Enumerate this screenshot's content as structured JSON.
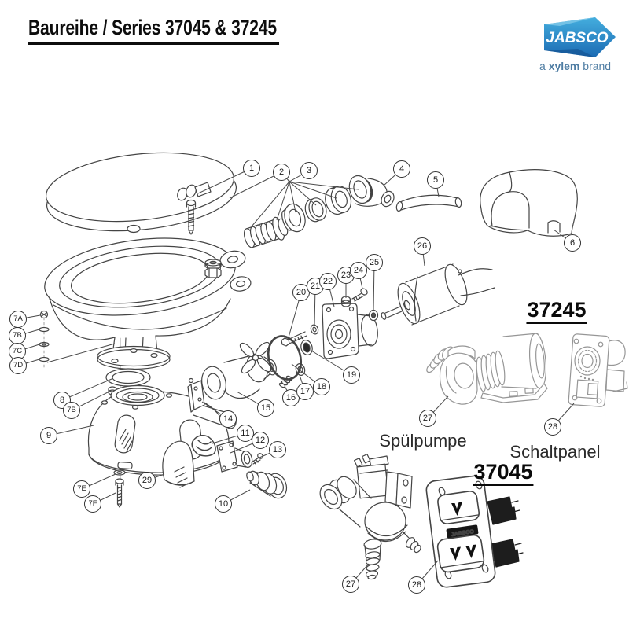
{
  "header": {
    "title": "Baureihe / Series 37045 & 37245"
  },
  "logo": {
    "brand": "JABSCO",
    "tagline_pre": "a ",
    "tagline_brand": "xylem",
    "tagline_post": " brand"
  },
  "sections": {
    "s37245": {
      "code": "37245",
      "pump_caption": "Spülpumpe",
      "panel_caption": "Schaltpanel"
    },
    "s37045": {
      "code": "37045",
      "switch_label": "JABSCO"
    }
  },
  "colors": {
    "line": "#444444",
    "gray_part": "#969696",
    "logo_blue_light": "#44aede",
    "logo_blue_dark": "#1b6ab3",
    "tagline_blue": "#4f7da3"
  },
  "callouts": {
    "1": "1",
    "2": "2",
    "3": "3",
    "4": "4",
    "5": "5",
    "6": "6",
    "7A": "7A",
    "7B": "7B",
    "7C": "7C",
    "7D": "7D",
    "7Bb": "7B",
    "7E": "7E",
    "7F": "7F",
    "8": "8",
    "9": "9",
    "10": "10",
    "11": "11",
    "12": "12",
    "13": "13",
    "14": "14",
    "15": "15",
    "16": "16",
    "17": "17",
    "18": "18",
    "19": "19",
    "20": "20",
    "21": "21",
    "22": "22",
    "23": "23",
    "24": "24",
    "25": "25",
    "26": "26",
    "29": "29",
    "27a": "27",
    "28a": "28",
    "27b": "27",
    "28b": "28"
  }
}
